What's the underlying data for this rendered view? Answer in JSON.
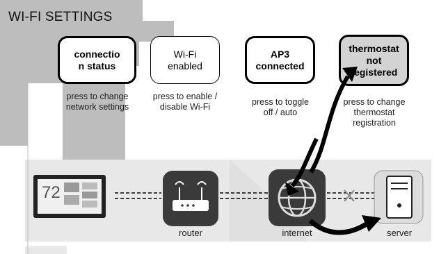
{
  "title": "WI-FI SETTINGS",
  "buttons": [
    {
      "label": "connectio\nn status",
      "caption": "press to change\nnetwork settings"
    },
    {
      "label": "Wi-Fi\nenabled",
      "caption": "press to enable /\ndisable Wi-Fi"
    },
    {
      "label": "AP3\nconnected",
      "caption": "press to toggle\noff / auto"
    },
    {
      "label": "thermostat\nnot\nregistered",
      "caption": "press to change\nthermostat\nregistration"
    }
  ],
  "devices": {
    "thermostat_temp": "72",
    "router": "router",
    "internet": "internet",
    "server": "server"
  },
  "colors": {
    "band_grey": "#bdbdbd",
    "light_band": "#e6e6e6",
    "icon_dark": "#3a3a3a",
    "arrow": "#000000"
  },
  "icons": [
    "thermostat-icon",
    "router-icon",
    "internet-globe-icon",
    "server-icon",
    "blocked-x-icon"
  ]
}
